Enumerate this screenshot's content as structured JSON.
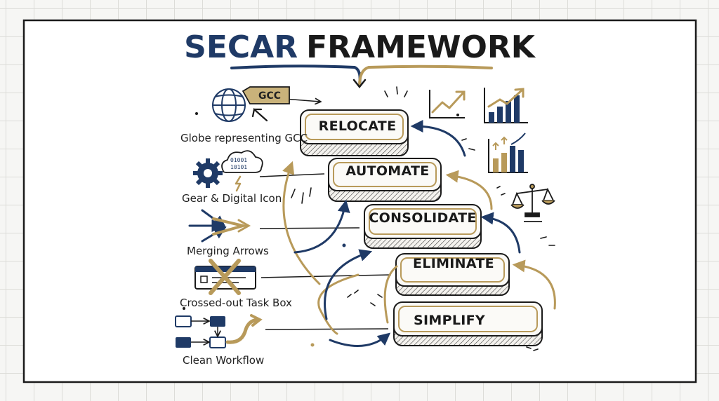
{
  "title": {
    "part1": "SECAR",
    "part2": "FRAMEWORK"
  },
  "steps": [
    "RELOCATE",
    "AUTOMATE",
    "CONSOLIDATE",
    "ELIMINATE",
    "SIMPLIFY"
  ],
  "left_items": [
    {
      "label": "Globe representing GCC",
      "icon": "globe-icon",
      "tag": "GCC"
    },
    {
      "label": "Gear & Digital Icon",
      "icon": "gear-cloud-icon",
      "bits": [
        "01001",
        "10101"
      ]
    },
    {
      "label": "Merging Arrows",
      "icon": "merging-arrows-icon"
    },
    {
      "label": "Crossed-out Task Box",
      "icon": "crossed-task-box-icon"
    },
    {
      "label": "Clean Workflow",
      "icon": "workflow-icon"
    }
  ],
  "right_icons": [
    "line-chart-up-icon",
    "bar-chart-up-icon",
    "bar-chart-growth-icon",
    "balance-scale-icon"
  ],
  "colors": {
    "navy": "#1f3a66",
    "gold": "#b89a5a",
    "ink": "#1a1a1a",
    "paper": "#ffffff"
  }
}
